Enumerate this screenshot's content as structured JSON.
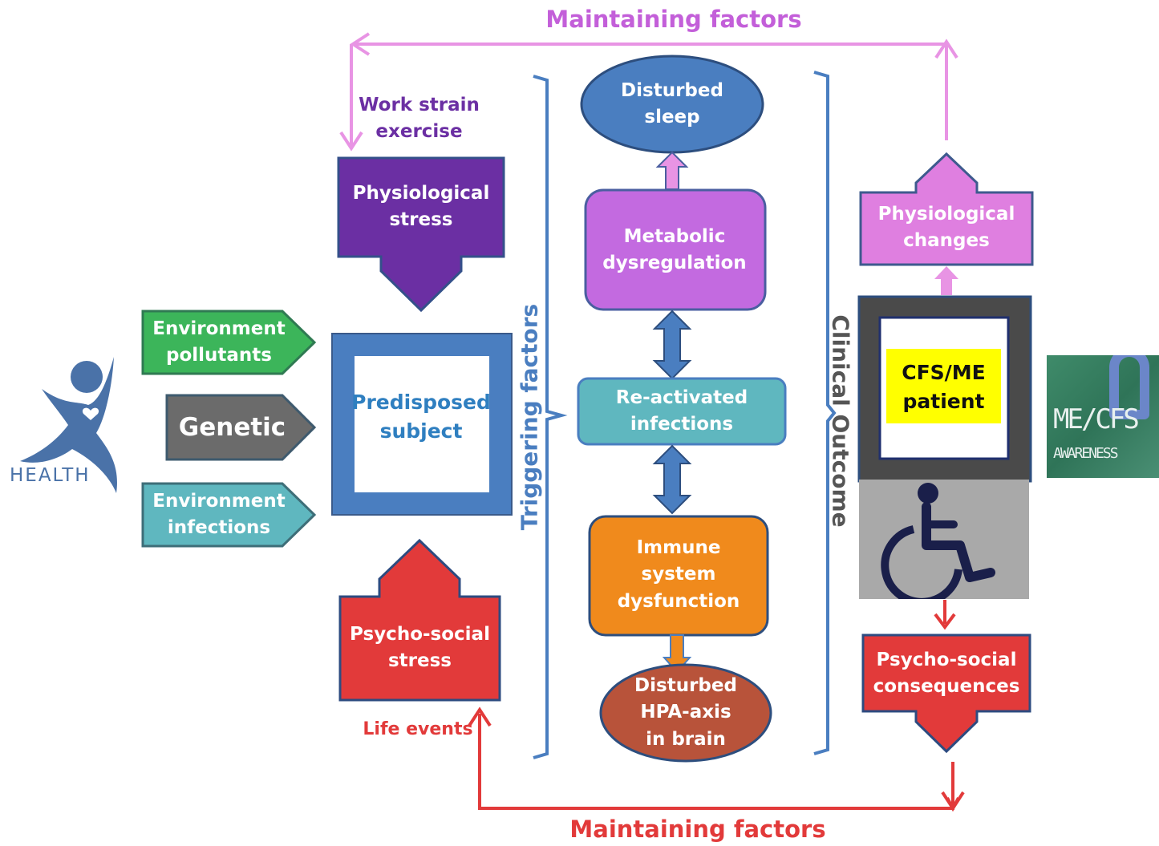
{
  "top_loop_label": "Maintaining factors",
  "bottom_loop_label": "Maintaining factors",
  "left_inputs": {
    "env_pollutants": "Environment\npollutants",
    "genetic": "Genetic",
    "env_infections": "Environment\ninfections"
  },
  "health_logo_text": "HEALTH",
  "work_strain": "Work strain\nexercise",
  "physiological_stress": "Physiological\nstress",
  "predisposed_subject": "Predisposed\nsubject",
  "psychosocial_stress": "Psycho-social\nstress",
  "life_events": "Life events",
  "triggering_factors": "Triggering factors",
  "center_chain": {
    "disturbed_sleep": "Disturbed\nsleep",
    "metabolic": "Metabolic\ndysregulation",
    "reactivated": "Re-activated\ninfections",
    "immune": "Immune\nsystem\ndysfunction",
    "hpa": "Disturbed\nHPA-axis\nin brain"
  },
  "clinical_outcome": "Clinical   Outcome",
  "right_column": {
    "physiological_changes": "Physiological\nchanges",
    "patient": "CFS/ME\npatient",
    "psychosocial_consequences": "Psycho-social\nconsequences"
  },
  "awareness": {
    "line1": "ME/CFS",
    "line2": "AWARENESS"
  },
  "colors": {
    "purple_dark": "#6b2fa3",
    "pink": "#df7fe0",
    "green": "#3cb55a",
    "gray": "#6b6b6b",
    "teal": "#5fb7bf",
    "blue": "#4a7ec0",
    "red": "#e23a3a",
    "orange": "#f08a1c",
    "magenta": "#c36ae0",
    "rust": "#b8533a",
    "yellow": "#ffff00"
  }
}
